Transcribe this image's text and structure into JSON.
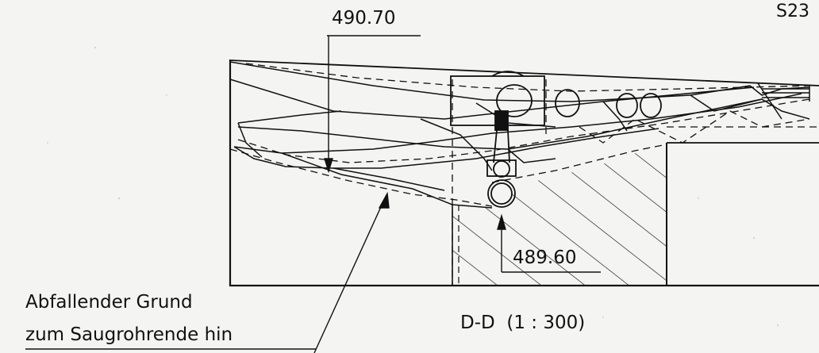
{
  "drawing": {
    "sheet_ref": "S23",
    "dimension_top": "490.70",
    "dimension_bottom": "489.60",
    "annotation_line1": "Abfallender Grund",
    "annotation_line2": "zum Saugrohrende hin",
    "section_label": "D-D  (1 : 300)"
  },
  "colors": {
    "ink": "#111111",
    "paper": "#f4f4f2"
  }
}
